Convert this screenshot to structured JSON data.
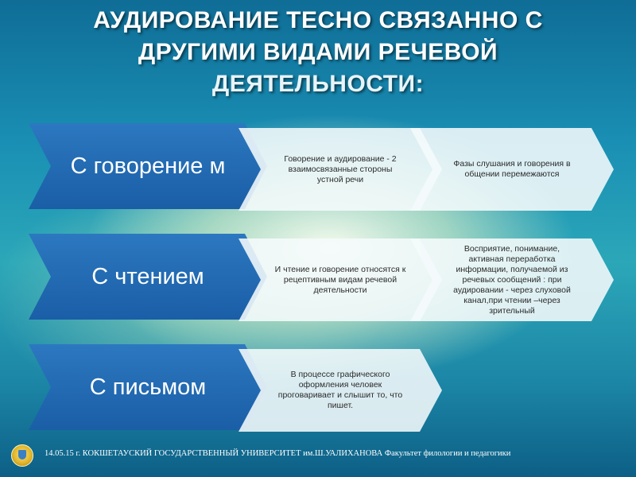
{
  "title": {
    "line1": "АУДИРОВАНИЕ ТЕСНО СВЯЗАННО С",
    "line2": "ДРУГИМИ ВИДАМИ РЕЧЕВОЙ",
    "line3": "ДЕЯТЕЛЬНОСТИ:"
  },
  "rows": [
    {
      "main": "С говорение м",
      "sub1": "Говорение и аудирование - 2 взаимосвязанные стороны устной речи",
      "sub2": "Фазы слушания и говорения в общении перемежаются"
    },
    {
      "main": "С чтением",
      "sub1": "И чтение и говорение относятся к рецептивным видам речевой деятельности",
      "sub2": "Восприятие, понимание, активная переработка информации, получаемой из речевых сообщений : при аудировании - через слуховой канал,при чтении –через зрительный"
    },
    {
      "main": "С письмом",
      "sub1": "В процессе графического оформления человек проговаривает и слышит то, что пишет."
    }
  ],
  "footer": "14.05.15 г. КОКШЕТАУСКИЙ ГОСУДАРСТВЕННЫЙ УНИВЕРСИТЕТ им.Ш.УАЛИХАНОВА  Факультет филологии и педагогики",
  "colors": {
    "chevron_main": "#1f67b1",
    "title_text": "#ffffff"
  },
  "icons": {
    "logo": "university-emblem-icon"
  }
}
